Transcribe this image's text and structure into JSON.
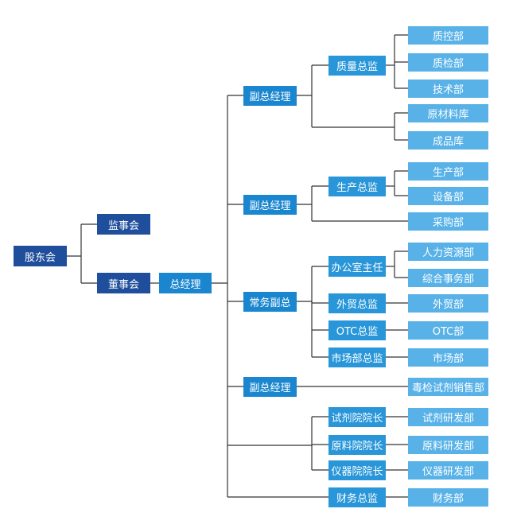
{
  "colors": {
    "top": "#1f4e9c",
    "gm": "#1a86cf",
    "mid": "#2896d8",
    "leaf": "#58b2e8",
    "line": "#333333"
  },
  "nodes": {
    "shareholders": "股东会",
    "supervisory_board": "监事会",
    "board_of_directors": "董事会",
    "general_manager": "总经理",
    "vp_1": "副总经理",
    "quality_director": "质量总监",
    "quality_control": "质控部",
    "quality_inspection": "质检部",
    "technical": "技术部",
    "raw_material_warehouse": "原材料库",
    "finished_goods_warehouse": "成品库",
    "vp_2": "副总经理",
    "production_director": "生产总监",
    "production": "生产部",
    "equipment": "设备部",
    "purchasing": "采购部",
    "executive_vp": "常务副总",
    "office_director": "办公室主任",
    "human_resources": "人力资源部",
    "general_affairs": "综合事务部",
    "foreign_trade_director": "外贸总监",
    "foreign_trade": "外贸部",
    "otc_director": "OTC总监",
    "otc": "OTC部",
    "marketing_director": "市场部总监",
    "marketing": "市场部",
    "vp_3": "副总经理",
    "toxicology_reagent_sales": "毒检试剂销售部",
    "reagent_institute_head": "试剂院院长",
    "reagent_rd": "试剂研发部",
    "raw_material_institute_head": "原料院院长",
    "raw_material_rd": "原料研发部",
    "instrument_institute_head": "仪器院院长",
    "instrument_rd": "仪器研发部",
    "finance_director": "财务总监",
    "finance": "财务部"
  }
}
